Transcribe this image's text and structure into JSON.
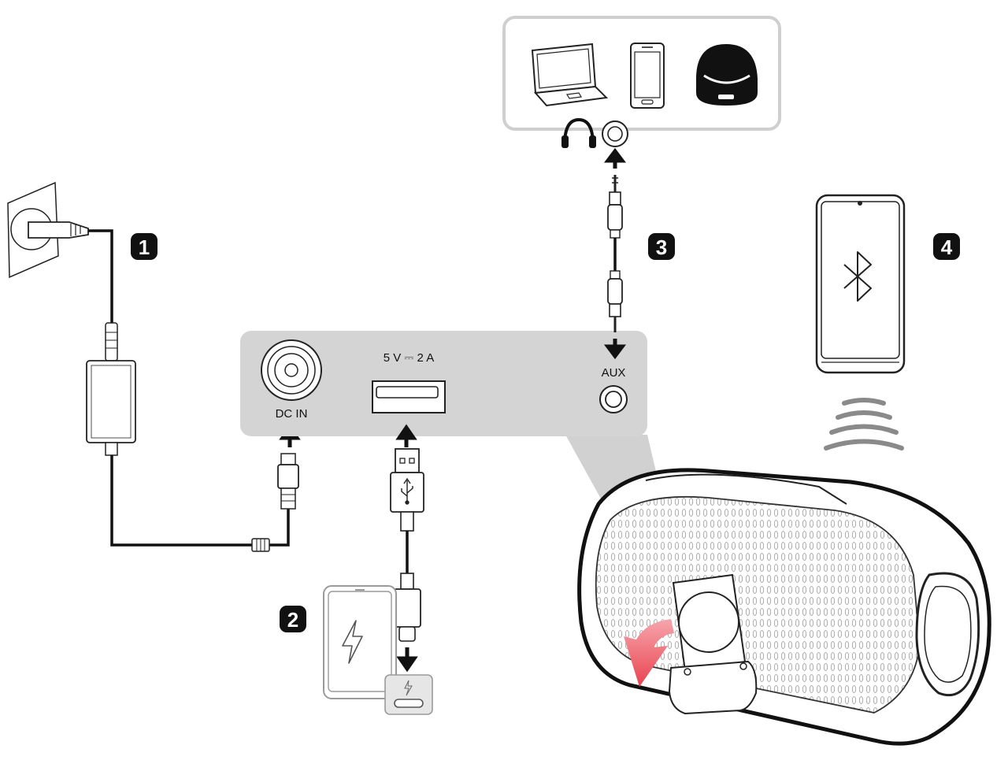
{
  "steps": {
    "power": "1",
    "usb": "2",
    "aux": "3",
    "bluetooth": "4"
  },
  "panel": {
    "dc_in_label": "DC IN",
    "usb_rating_label": "5 V ⎓ 2 A",
    "aux_label": "AUX"
  },
  "source_devices": {
    "icons": [
      "laptop-icon",
      "smartphone-icon",
      "portable-speaker-icon"
    ],
    "port_icons": [
      "headphones-icon",
      "headphone-jack-icon"
    ]
  },
  "icons": {
    "power": [
      "wall-outlet-icon",
      "plug-icon",
      "power-adapter-icon",
      "dc-plug-icon"
    ],
    "usb": [
      "usb-a-connector-icon",
      "usb-symbol-icon",
      "usb-c-connector-icon",
      "charging-phone-icon",
      "lightning-icon"
    ],
    "aux": [
      "aux-cable-icon"
    ],
    "bluetooth": [
      "bluetooth-phone-icon",
      "bluetooth-icon",
      "wireless-signal-icon"
    ],
    "speaker": [
      "speaker-icon",
      "open-cover-arrow-icon"
    ]
  },
  "colors": {
    "panel_gray": "#d4d4d4",
    "outline": "#111111",
    "arrow_red": "#e8434f",
    "signal_gray": "#8a8a8a"
  }
}
